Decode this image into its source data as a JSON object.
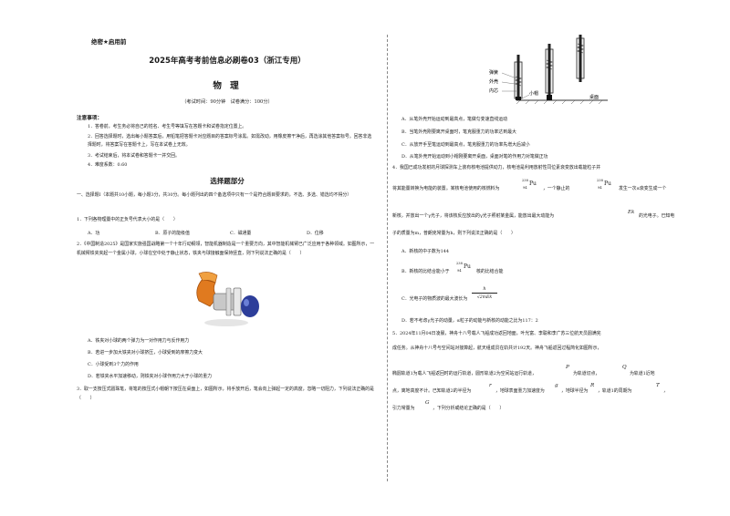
{
  "header": {
    "secret": "绝密★启用前",
    "title": "2025年高考考前信息必刷卷03（浙江专用）",
    "subject": "物 理",
    "exam_info": "（考试时间：90分钟　试卷满分：100分）"
  },
  "notes": {
    "heading": "注意事项：",
    "items": [
      "1．答卷前，考生务必将自己的姓名、考生号等填写在答题卡和试卷指定位置上。",
      "2．回答选择题时，选出每小题答案后，用铅笔把答题卡对应题目的答案标号涂黑。如需改动，用橡皮擦干净后，再选涂其他答案标号。回答非选择题时，将答案写在答题卡上，写在本试卷上无效。",
      "3．考试结束后，将本试卷和答题卡一并交回。",
      "4．难度系数：0.60"
    ]
  },
  "section": {
    "title": "选择题部分",
    "intro": "一、选择题Ⅰ（本题共10小题，每小题3分，共30分。每小题列出的四个备选项中只有一个是符合题目要求的，不选、多选、错选均不得分）"
  },
  "q1": {
    "stem": "1．下列各物理量中的正负号代表大小的是（　　）",
    "options": [
      "A．功",
      "B．原子的能级值",
      "C．磁通量",
      "D．位移"
    ]
  },
  "q2": {
    "stem": "2．《中国制造2025》是国家实施强国战略第一个十年行动纲领，智能机器制造是一个重要方向，其中智能机械臂已广泛应用于各种领域。如图所示，一机械臂铁夹夹起一个金属小球，小球在空中处于静止状态，铁夹与球接触面保持竖直，则下列说法正确的是（　　）",
    "options": [
      "A．铁夹对小球的两个弹力为一对作用力与反作用力",
      "B．若进一步加大铁夹对小球挤压，小球受到的摩擦力变大",
      "C．小球受到3个力的作用",
      "D．若铁夹水平加速移动，则铁夹对小球作用力大于小球的重力"
    ]
  },
  "q3": {
    "stem": "3．取一支按压式圆珠笔，将笔的按压式小帽朝下按压在桌面上，如图所示，将手放开后，笔会向上弹起一定的高度，忽略一切阻力，下列说法正确的是（　　）",
    "figure_labels": [
      "弹簧",
      "外壳",
      "内芯",
      "小帽",
      "桌面"
    ],
    "options": [
      "A．从笔外壳开始运动到最高点，笔做匀变速直线运动",
      "B．当笔外壳刚要离开桌面时，笔克服重力的功率达到最大",
      "C．从放开手至笔运动到最高点，笔克服重力的功率先增大后减小",
      "D．从笔外壳开始运动到小帽刚要离开桌面，桌面对笔的作用力对笔做正功"
    ]
  },
  "q4": {
    "stem_lines": [
      "4．我国已成功发射的月球探测车上装有核电池提供动力，核电池是利用放射性同位素衰变放出载能粒子并",
      "将其能量转换为电能的装置。某核电池使用的核燃料为",
      "，一个静止的",
      "发生一次α衰变生成一个",
      "新核，并放出一个γ光子，将该核反应放出的γ光子照射某金属，能放出最大动能为",
      "的光电子。已知电",
      "子的质量为m，普朗克常量为h，则下列说法正确的是（　　）"
    ],
    "nuclide_mass": "238",
    "nuclide_z": "94",
    "nuclide_symbol": "Pu",
    "ek_symbol": "Ek",
    "options": [
      "A．新核的中子数为144",
      "B．新核的比结合能小于",
      "核的比结合能",
      "C．光电子的物质波的最大波长为",
      "D．若不考虑γ光子的动量，α粒子的动能与新核的动能之比为117：2"
    ],
    "formula_num": "h",
    "formula_den": "√2mEk"
  },
  "q5": {
    "lines": [
      "5．2024年11月04日凌晨，神舟十八号载人飞船成功返回地面，叶光富、李聪和李广苏三位航天员圆满完",
      "成任务。从神舟十八号与空间站对接算起，航天组成员在轨共计192天。神舟飞船返回过程简化如图所示，",
      "椭圆轨道1为载人飞船返回时的运行轨道，圆形轨道2为空间站运行轨道，",
      "为轨道切点，",
      "为轨道1近地",
      "点，离地高度不计。已知轨道2的半径为",
      "，地球表面重力加速度为",
      "，地球半径为",
      "，轨道1的周期为",
      "，",
      "引力常量为",
      "，下列分析或结论正确的是（　　）"
    ],
    "symbols": [
      "P",
      "Q",
      "r",
      "g",
      "R",
      "T",
      "G"
    ]
  }
}
